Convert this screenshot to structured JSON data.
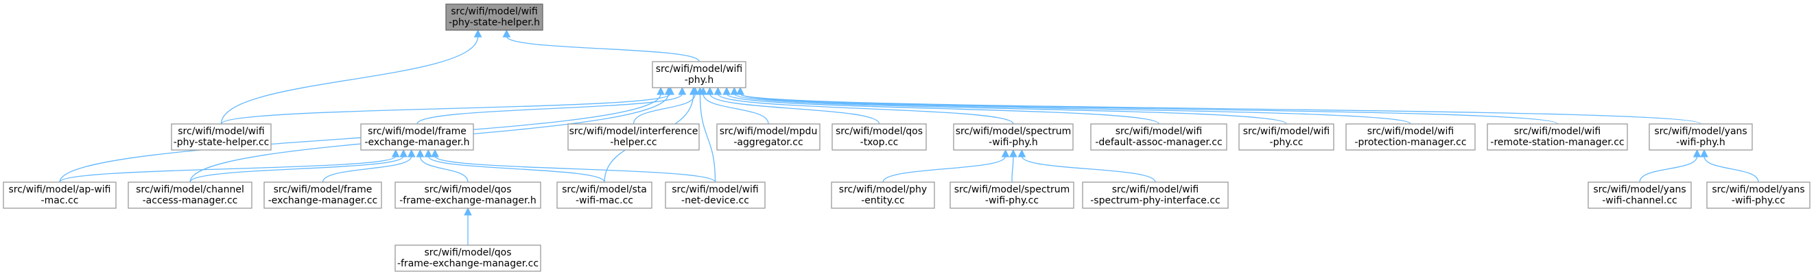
{
  "colors": {
    "edge": "#63b8ff",
    "node_border": "#999999",
    "root_fill": "#999999",
    "node_fill": "#ffffff"
  },
  "nodes": [
    {
      "id": "root",
      "lines": [
        "src/wifi/model/wifi",
        "-phy-state-helper.h"
      ],
      "root": true
    },
    {
      "id": "phy_h",
      "lines": [
        "src/wifi/model/wifi",
        "-phy.h"
      ]
    },
    {
      "id": "psh_cc",
      "lines": [
        "src/wifi/model/wifi",
        "-phy-state-helper.cc"
      ]
    },
    {
      "id": "fem_h",
      "lines": [
        "src/wifi/model/frame",
        "-exchange-manager.h"
      ]
    },
    {
      "id": "interf",
      "lines": [
        "src/wifi/model/interference",
        "-helper.cc"
      ]
    },
    {
      "id": "mpdu",
      "lines": [
        "src/wifi/model/mpdu",
        "-aggregator.cc"
      ]
    },
    {
      "id": "qos_txop",
      "lines": [
        "src/wifi/model/qos",
        "-txop.cc"
      ]
    },
    {
      "id": "spec_h",
      "lines": [
        "src/wifi/model/spectrum",
        "-wifi-phy.h"
      ]
    },
    {
      "id": "def_assoc",
      "lines": [
        "src/wifi/model/wifi",
        "-default-assoc-manager.cc"
      ]
    },
    {
      "id": "phy_cc",
      "lines": [
        "src/wifi/model/wifi",
        "-phy.cc"
      ]
    },
    {
      "id": "prot",
      "lines": [
        "src/wifi/model/wifi",
        "-protection-manager.cc"
      ]
    },
    {
      "id": "rsm",
      "lines": [
        "src/wifi/model/wifi",
        "-remote-station-manager.cc"
      ]
    },
    {
      "id": "yans_h",
      "lines": [
        "src/wifi/model/yans",
        "-wifi-phy.h"
      ]
    },
    {
      "id": "ap",
      "lines": [
        "src/wifi/model/ap-wifi",
        "-mac.cc"
      ]
    },
    {
      "id": "chan_acc",
      "lines": [
        "src/wifi/model/channel",
        "-access-manager.cc"
      ]
    },
    {
      "id": "fem_cc",
      "lines": [
        "src/wifi/model/frame",
        "-exchange-manager.cc"
      ]
    },
    {
      "id": "qfem_h",
      "lines": [
        "src/wifi/model/qos",
        "-frame-exchange-manager.h"
      ]
    },
    {
      "id": "sta",
      "lines": [
        "src/wifi/model/sta",
        "-wifi-mac.cc"
      ]
    },
    {
      "id": "netdev",
      "lines": [
        "src/wifi/model/wifi",
        "-net-device.cc"
      ]
    },
    {
      "id": "phy_ent",
      "lines": [
        "src/wifi/model/phy",
        "-entity.cc"
      ]
    },
    {
      "id": "spec_cc",
      "lines": [
        "src/wifi/model/spectrum",
        "-wifi-phy.cc"
      ]
    },
    {
      "id": "spec_if",
      "lines": [
        "src/wifi/model/wifi",
        "-spectrum-phy-interface.cc"
      ]
    },
    {
      "id": "yans_chan",
      "lines": [
        "src/wifi/model/yans",
        "-wifi-channel.cc"
      ]
    },
    {
      "id": "yans_cc",
      "lines": [
        "src/wifi/model/yans",
        "-wifi-phy.cc"
      ]
    },
    {
      "id": "qfem_cc",
      "lines": [
        "src/wifi/model/qos",
        "-frame-exchange-manager.cc"
      ]
    }
  ],
  "edges": [
    [
      "psh_cc",
      "root"
    ],
    [
      "phy_h",
      "root"
    ],
    [
      "psh_cc",
      "phy_h"
    ],
    [
      "fem_h",
      "phy_h"
    ],
    [
      "interf",
      "phy_h"
    ],
    [
      "mpdu",
      "phy_h"
    ],
    [
      "qos_txop",
      "phy_h"
    ],
    [
      "spec_h",
      "phy_h"
    ],
    [
      "def_assoc",
      "phy_h"
    ],
    [
      "phy_cc",
      "phy_h"
    ],
    [
      "prot",
      "phy_h"
    ],
    [
      "rsm",
      "phy_h"
    ],
    [
      "yans_h",
      "phy_h"
    ],
    [
      "ap",
      "phy_h"
    ],
    [
      "chan_acc",
      "phy_h"
    ],
    [
      "sta",
      "phy_h"
    ],
    [
      "netdev",
      "phy_h"
    ],
    [
      "ap",
      "fem_h"
    ],
    [
      "chan_acc",
      "fem_h"
    ],
    [
      "fem_cc",
      "fem_h"
    ],
    [
      "qfem_h",
      "fem_h"
    ],
    [
      "sta",
      "fem_h"
    ],
    [
      "netdev",
      "fem_h"
    ],
    [
      "qfem_cc",
      "qfem_h"
    ],
    [
      "phy_ent",
      "spec_h"
    ],
    [
      "spec_cc",
      "spec_h"
    ],
    [
      "spec_if",
      "spec_h"
    ],
    [
      "yans_chan",
      "yans_h"
    ],
    [
      "yans_cc",
      "yans_h"
    ]
  ]
}
